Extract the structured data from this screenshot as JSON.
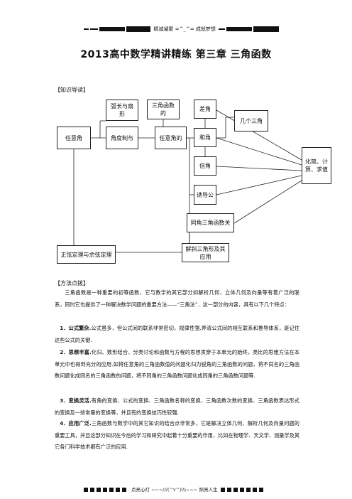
{
  "header": {
    "text": "精诚凝聚 =^_^= 成就梦想"
  },
  "title": "2013高中数学精讲精练  第三章    三角函数",
  "knowledge_heading": "【知识导读】",
  "diagram": {
    "nodes": {
      "arc_sector": "弧长与扇形",
      "trig_function": "三角函数的",
      "diff_angle": "差角",
      "several_trig": "几个三角",
      "any_angle": "任意角",
      "angle_measure": "角度制与",
      "any_angle_of": "任意角的",
      "sum_angle": "和角",
      "double_angle": "倍角",
      "simplify": "化简、计算、求值",
      "induction": "诱导公",
      "same_angle": "同角三角函数关",
      "sine_cosine": "正弦定理与余弦定理",
      "solve_triangle": "解斜三角形及其应用"
    }
  },
  "method_heading": "【方法点拨】",
  "paragraphs": [
    {
      "lead": "",
      "text": "三角函数是一种重要的初等函数，它与数学的其它部分如解析几何、立体几何及向量等有着广泛的联系，同时它也提供了一种解决数学问题的重要方法——“三角法”．这一部分的内容，具有以下几个特点："
    },
    {
      "lead": "1．公式繁杂.",
      "text": "公式虽多，但公式间的联系非常密切，规律性强.弄清公式间的相互联系和推导体系，是记住这些公式的关键."
    },
    {
      "lead": "2．思想丰富.",
      "text": "化归、数形结合、分类讨论和函数与方程的思想贯穿于本单元的始终，类比的思维方法在本单元中也得到充分的应用.如将任意角的三角函数值的问题化归为锐角的三角函数的问题，将不同名的三角函数问题化成同名的三角函数的问题，将不同角的三角函数问题化成同角的三角函数问题等."
    },
    {
      "lead": "3．变换灵活.",
      "text": "有角的变换、公式的变换、三角函数名称的变换、三角函数次数的变换、三角函数表达形式的变换及一些常量的变换等，并且有的变换技巧性较强."
    },
    {
      "lead": "4．应用广泛.",
      "text": "三角函数与数学中的其它知识的结合点非常多，它是解决立体几何、解析几何及向量问题的重要工具，并且这部分知识在今后的学习和研究中起着十分重要的作用，比如在物理学、天文学、测量学及其它各门科学技术都有广泛的应用."
    }
  ],
  "footer": {
    "text": "点亮心灯 ~~~///(^v^)\\\\\\~~~ 照亮人生"
  }
}
